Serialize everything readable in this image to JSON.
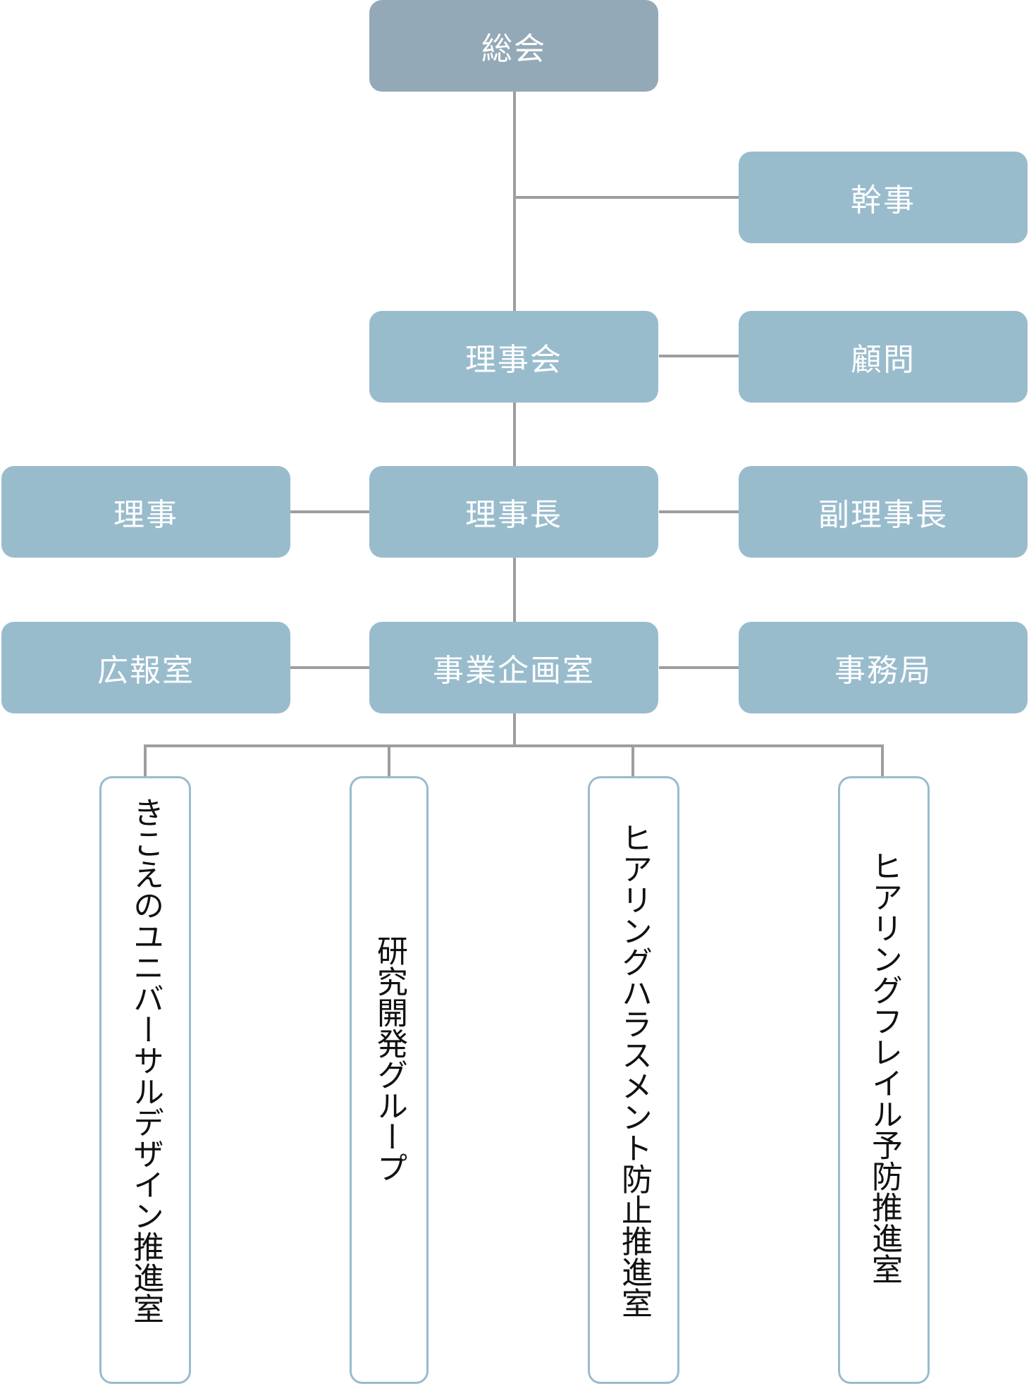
{
  "org": {
    "general_assembly": "総会",
    "auditor": "幹事",
    "board": "理事会",
    "advisor": "顧問",
    "director": "理事",
    "chairman": "理事長",
    "vice_chairman": "副理事長",
    "pr_office": "広報室",
    "planning_office": "事業企画室",
    "secretariat": "事務局",
    "units": [
      "きこえのユニバーサルデザイン推進室",
      "研究開発グループ",
      "ヒアリングハラスメント防止推進室",
      "ヒアリングフレイル予防推進室"
    ]
  }
}
